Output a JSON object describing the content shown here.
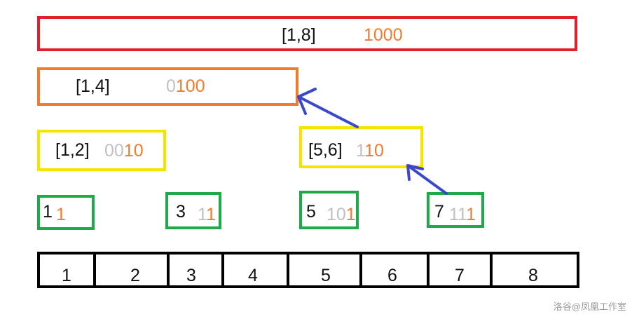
{
  "nodes": {
    "n18": {
      "range": "[1,8]",
      "code_gray": "",
      "code_hi": "1000"
    },
    "n14": {
      "range": "[1,4]",
      "code_gray": "0",
      "code_hi": "100"
    },
    "n12": {
      "range": "[1,2]",
      "code_gray": "00",
      "code_hi": "10"
    },
    "n56": {
      "range": "[5,6]",
      "code_gray": "1",
      "code_hi": "10"
    },
    "n1": {
      "range": "1",
      "code_gray": "",
      "code_hi": "1"
    },
    "n3": {
      "range": "3",
      "code_gray": "1",
      "code_hi": "1"
    },
    "n5": {
      "range": "5",
      "code_gray": "10",
      "code_hi": "1"
    },
    "n7": {
      "range": "7",
      "code_gray": "11",
      "code_hi": "1"
    }
  },
  "array": {
    "cells": [
      "1",
      "2",
      "3",
      "4",
      "5",
      "6",
      "7",
      "8"
    ]
  },
  "colors": {
    "red": "#e0202a",
    "orange": "#f47a2c",
    "yellow": "#f5e400",
    "green": "#1faa4a",
    "arrow": "#3b48c8",
    "gray_digit": "#c0c0c0"
  },
  "watermark": "洛谷@凤凰工作室"
}
